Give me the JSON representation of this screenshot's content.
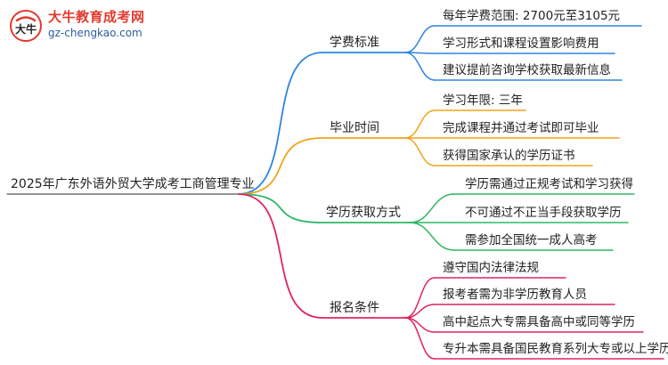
{
  "logo": {
    "title": "大牛教育成考网",
    "url": "gz-chengkao.com",
    "mark_text": "大牛"
  },
  "root": {
    "label": "2025年广东外语外贸大学成考工商管理专业"
  },
  "branches": [
    {
      "label": "学费标准",
      "color": "#2e86de",
      "leaves": [
        "每年学费范围: 2700元至3105元",
        "学习形式和课程设置影响费用",
        "建议提前咨询学校获取最新信息"
      ]
    },
    {
      "label": "毕业时间",
      "color": "#f0a31c",
      "leaves": [
        "学习年限: 三年",
        "完成课程并通过考试即可毕业",
        "获得国家承认的学历证书"
      ]
    },
    {
      "label": "学历获取方式",
      "color": "#2fb865",
      "leaves": [
        "学历需通过正规考试和学习获得",
        "不可通过不正当手段获取学历",
        "需参加全国统一成人高考"
      ]
    },
    {
      "label": "报名条件",
      "color": "#e0245e",
      "leaves": [
        "遵守国内法律法规",
        "报考者需为非学历教育人员",
        "高中起点大专需具备高中或同等学历",
        "专升本需具备国民教育系列大专或以上学历"
      ]
    }
  ]
}
